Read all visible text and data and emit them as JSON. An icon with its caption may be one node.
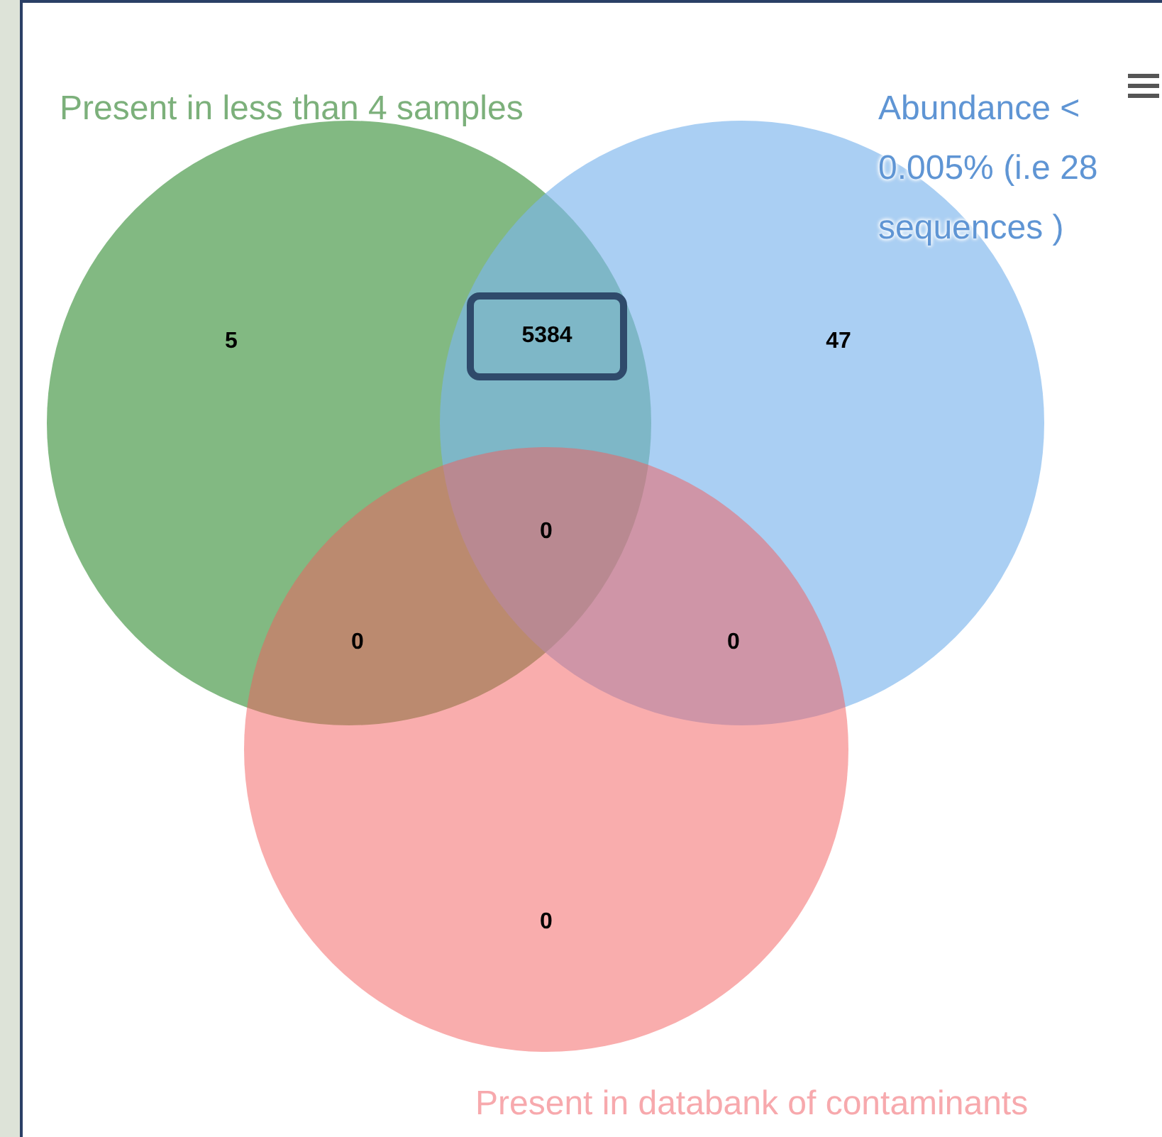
{
  "diagram": {
    "nodes": [
      {
        "text": [
          "Present in less than 4 samples"
        ]
      },
      {
        "text": [
          "Abundance < 0.005% (i.e 28 sequences )"
        ]
      },
      {
        "text": [
          "Present in databank of contaminants"
        ]
      },
      {
        "text": [
          "5384"
        ]
      }
    ],
    "labels": [
      "5",
      "47",
      "0",
      "0",
      "0",
      "0"
    ]
  }
}
